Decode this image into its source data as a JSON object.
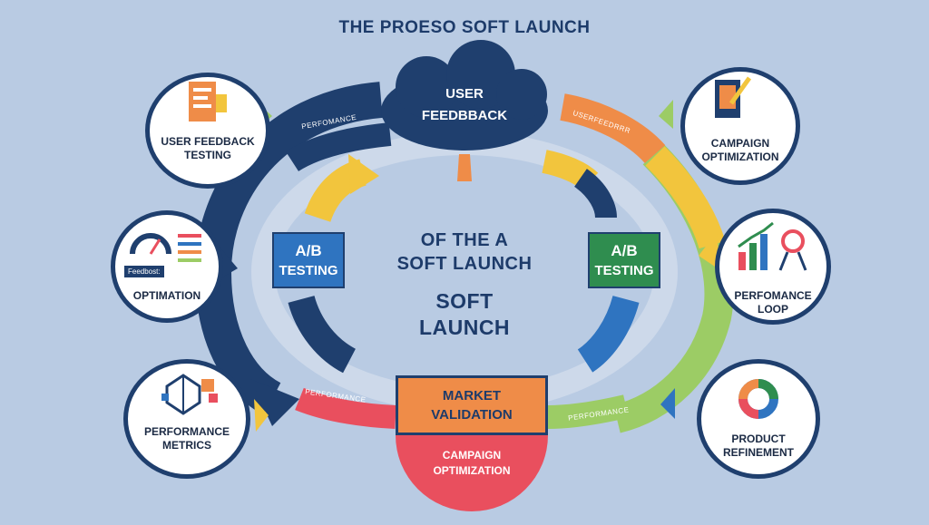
{
  "title": "THE PROESO SOFT LAUNCH",
  "cloud": {
    "line1": "USER",
    "line2": "FEEDBBACK"
  },
  "center": {
    "line1": "OF THE A",
    "line2": "SOFT LAUNCH",
    "line3": "SOFT",
    "line4": "LAUNCH"
  },
  "ab_left": {
    "line1": "A/B",
    "line2": "TESTING"
  },
  "ab_right": {
    "line1": "A/B",
    "line2": "TESTING"
  },
  "market": {
    "line1": "MARKET",
    "line2": "VALIDATION"
  },
  "campaign_bottom": {
    "line1": "CAMPAIGN",
    "line2": "OPTIMIZATION"
  },
  "nodes": {
    "top_left": {
      "line1": "USER FEEDBACK",
      "line2": "TESTING",
      "icon": "feedback-form-icon"
    },
    "mid_left": {
      "line1": "OPTIMATION",
      "badge": "Feedbost:",
      "icon": "gauge-icon"
    },
    "bottom_left": {
      "line1": "PERFORMANCE",
      "line2": "METRICS",
      "icon": "cube-network-icon"
    },
    "top_right": {
      "line1": "CAMPAIGN",
      "line2": "OPTIMIZATION",
      "icon": "pencil-tablet-icon"
    },
    "mid_right": {
      "line1": "PERFOMANCE",
      "line2": "LOOP",
      "icon": "bar-chart-icon"
    },
    "bottom_right": {
      "line1": "PRODUCT",
      "line2": "REFINEMENT",
      "icon": "donut-chart-icon"
    }
  },
  "arc_labels": {
    "top_left": "PERFOMANCE",
    "top_right": "USERFEEDRRR",
    "bottom_left": "PERFORMANCE",
    "bottom_right": "PERFORMANCE"
  },
  "colors": {
    "background": "#b9cbe3",
    "navy": "#1f3f6e",
    "orange": "#ef8c48",
    "yellow": "#f2c53d",
    "green": "#9ccc65",
    "red": "#e94f5e",
    "blue": "#2f74c0",
    "teal_green": "#2f8d4f"
  }
}
